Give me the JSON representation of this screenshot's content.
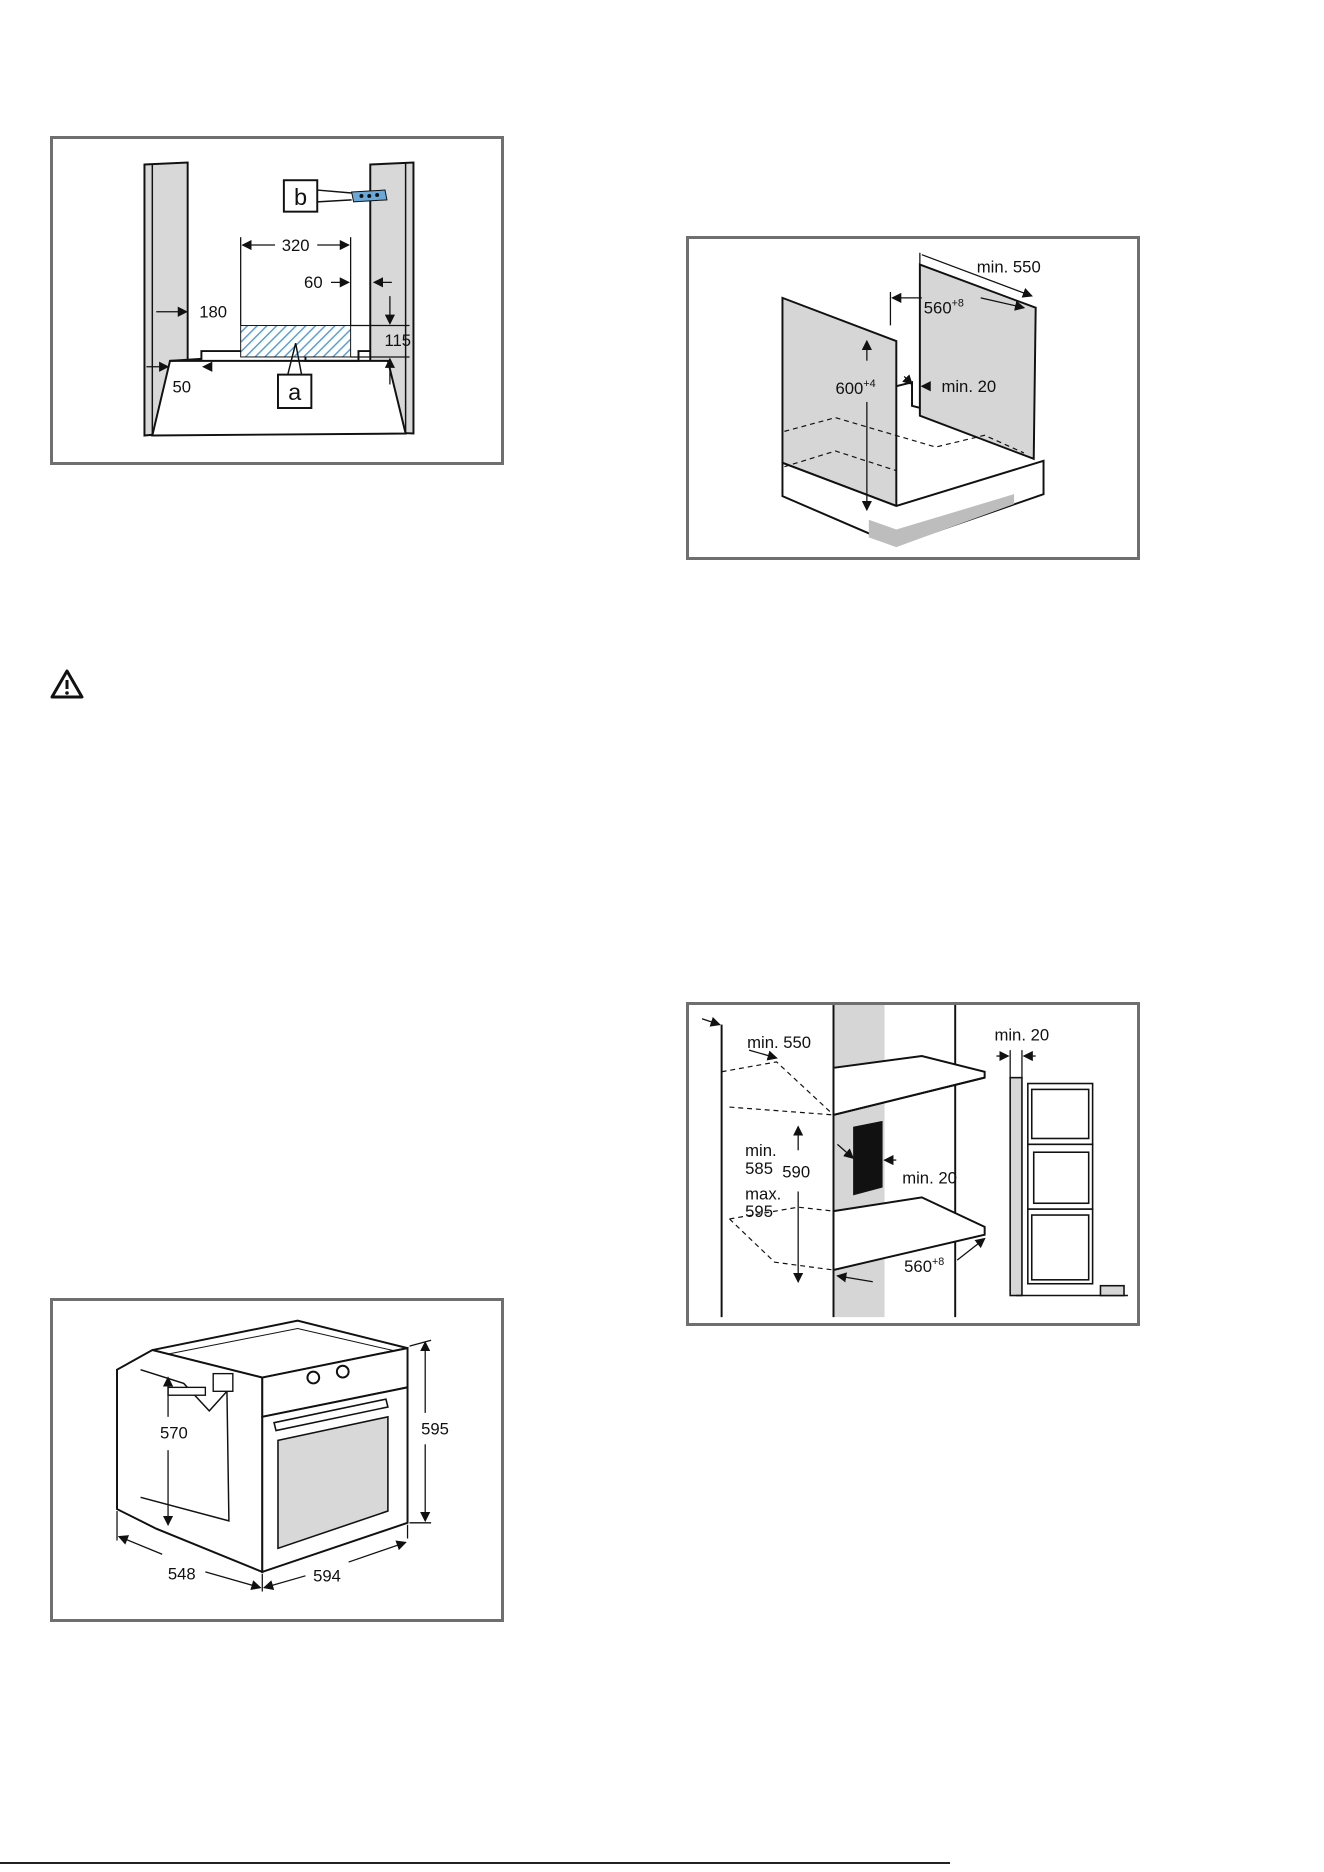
{
  "figure1": {
    "callouts": {
      "a": "a",
      "b": "b"
    },
    "dims": {
      "d320": "320",
      "d60": "60",
      "d180": "180",
      "d115": "115",
      "d50": "50"
    }
  },
  "figure2": {
    "dims": {
      "min550": "min. 550",
      "w560": "560",
      "w560sup": "+8",
      "h600": "600",
      "h600sup": "+4",
      "min20": "min. 20"
    }
  },
  "figure3": {
    "dims": {
      "min550": "min. 550",
      "min20top": "min. 20",
      "min": "min.",
      "v585": "585",
      "v590": "590",
      "max": "max.",
      "v595": "595",
      "min20mid": "min. 20",
      "w560": "560",
      "w560sup": "+8"
    }
  },
  "figure4": {
    "dims": {
      "d570": "570",
      "d595": "595",
      "d548": "548",
      "d594": "594"
    }
  },
  "colors": {
    "hatch": "#5a9fd4",
    "bracket": "#6aa8d8",
    "panel_gray": "#d6d6d6",
    "frame": "#6f6f6f"
  },
  "icons": {
    "warning": "warning-triangle-icon"
  }
}
